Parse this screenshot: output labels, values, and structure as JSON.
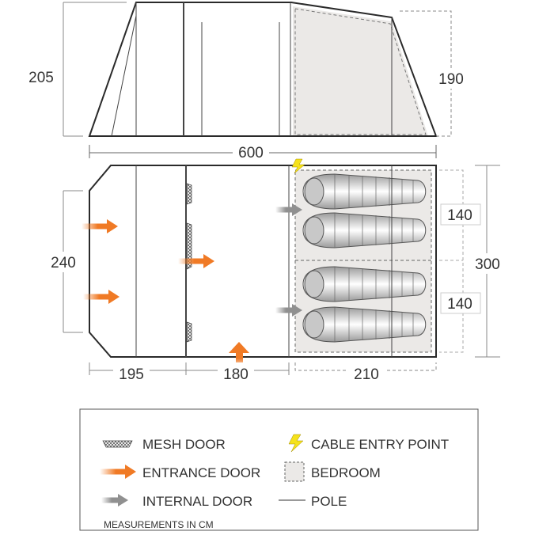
{
  "side_view": {
    "height_label": "205",
    "bedroom_height_label": "190",
    "length_label": "600"
  },
  "plan_view": {
    "width_label": "240",
    "bedroom_width_labels": [
      "140",
      "140"
    ],
    "total_width_label": "300",
    "section_lengths": [
      "195",
      "180",
      "210"
    ],
    "sleeping_bags": 4
  },
  "legend": {
    "items": [
      {
        "label": "MESH DOOR",
        "icon": "mesh-door-icon"
      },
      {
        "label": "CABLE ENTRY POINT",
        "icon": "lightning-bolt-icon"
      },
      {
        "label": "ENTRANCE DOOR",
        "icon": "orange-arrow-icon"
      },
      {
        "label": "BEDROOM",
        "icon": "bedroom-swatch-icon"
      },
      {
        "label": "INTERNAL DOOR",
        "icon": "gray-arrow-icon"
      },
      {
        "label": "POLE",
        "icon": "pole-line-icon"
      }
    ],
    "note": "MEASUREMENTS IN CM"
  },
  "colors": {
    "entrance": "#f07a25",
    "internal": "#909090",
    "bedroom": "#ebe9e7",
    "cable": "#f5e21b",
    "outline": "#2a2a2a"
  }
}
